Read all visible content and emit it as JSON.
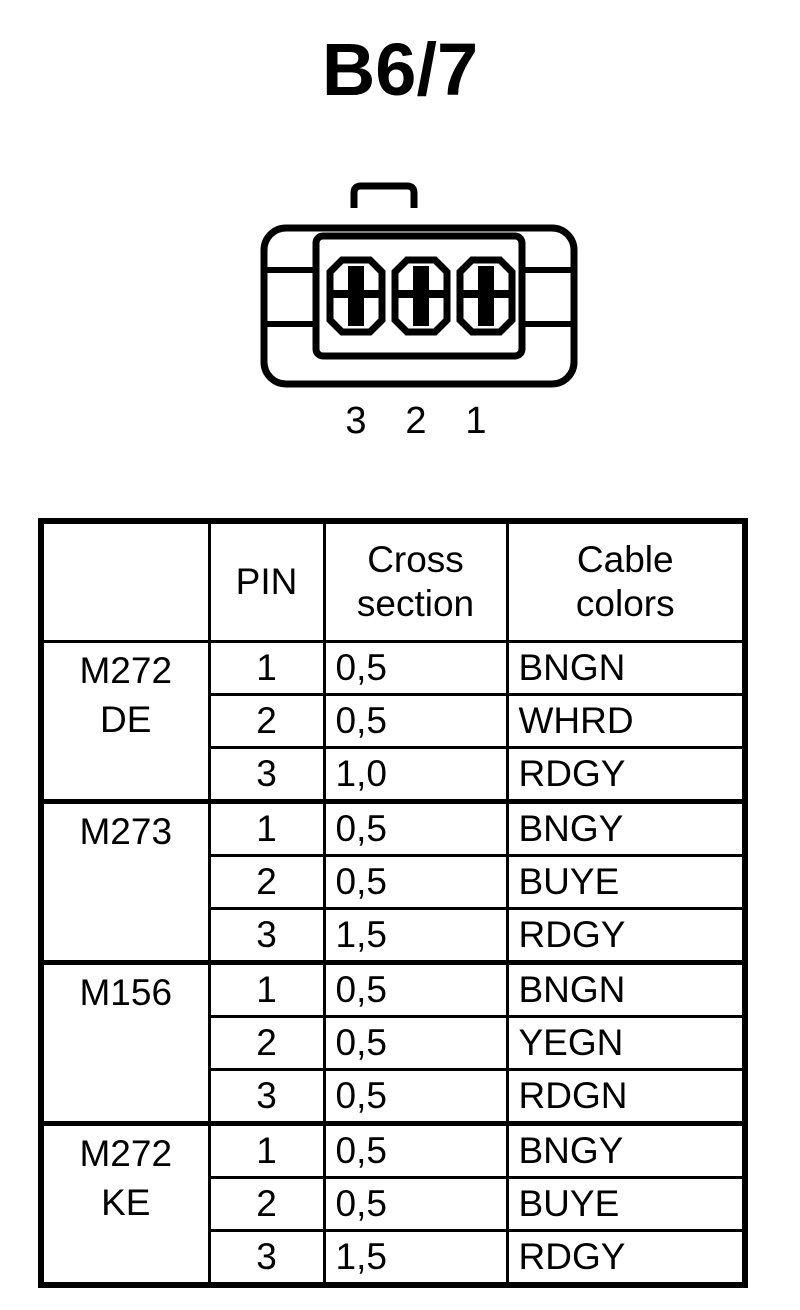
{
  "title": "B6/7",
  "connector": {
    "name": "3-pin-connector-diagram",
    "pin_count": 3,
    "pin_labels": [
      "3",
      "2",
      "1"
    ]
  },
  "table": {
    "headers": {
      "model": "",
      "pin": "PIN",
      "cross_section_line1": "Cross",
      "cross_section_line2": "section",
      "cable_colors_line1": "Cable",
      "cable_colors_line2": "colors"
    },
    "groups": [
      {
        "model_line1": "M272",
        "model_line2": "DE",
        "rows": [
          {
            "pin": "1",
            "cross_section": "0,5",
            "cable_color": "BNGN"
          },
          {
            "pin": "2",
            "cross_section": "0,5",
            "cable_color": "WHRD"
          },
          {
            "pin": "3",
            "cross_section": "1,0",
            "cable_color": "RDGY"
          }
        ]
      },
      {
        "model_line1": "M273",
        "model_line2": "",
        "rows": [
          {
            "pin": "1",
            "cross_section": "0,5",
            "cable_color": "BNGY"
          },
          {
            "pin": "2",
            "cross_section": "0,5",
            "cable_color": "BUYE"
          },
          {
            "pin": "3",
            "cross_section": "1,5",
            "cable_color": "RDGY"
          }
        ]
      },
      {
        "model_line1": "M156",
        "model_line2": "",
        "rows": [
          {
            "pin": "1",
            "cross_section": "0,5",
            "cable_color": "BNGN"
          },
          {
            "pin": "2",
            "cross_section": "0,5",
            "cable_color": "YEGN"
          },
          {
            "pin": "3",
            "cross_section": "0,5",
            "cable_color": "RDGN"
          }
        ]
      },
      {
        "model_line1": "M272",
        "model_line2": "KE",
        "rows": [
          {
            "pin": "1",
            "cross_section": "0,5",
            "cable_color": "BNGY"
          },
          {
            "pin": "2",
            "cross_section": "0,5",
            "cable_color": "BUYE"
          },
          {
            "pin": "3",
            "cross_section": "1,5",
            "cable_color": "RDGY"
          }
        ]
      }
    ]
  },
  "colors": {
    "ink": "#000000",
    "paper": "#ffffff"
  }
}
